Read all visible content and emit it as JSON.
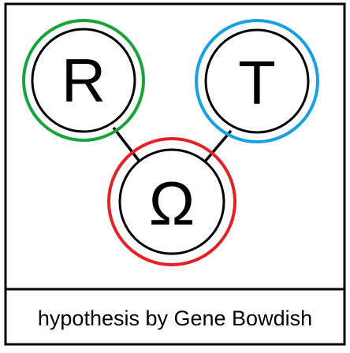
{
  "nodes": [
    {
      "id": "r",
      "label": "R",
      "ring_color": "#1aa33a"
    },
    {
      "id": "t",
      "label": "T",
      "ring_color": "#1a9fe0"
    },
    {
      "id": "omega",
      "label": "Ω",
      "ring_color": "#e32227"
    }
  ],
  "edges": [
    {
      "from": "r",
      "to": "omega"
    },
    {
      "from": "t",
      "to": "omega"
    }
  ],
  "caption": "hypothesis by Gene Bowdish",
  "colors": {
    "outline": "#000000",
    "background": "#ffffff"
  }
}
